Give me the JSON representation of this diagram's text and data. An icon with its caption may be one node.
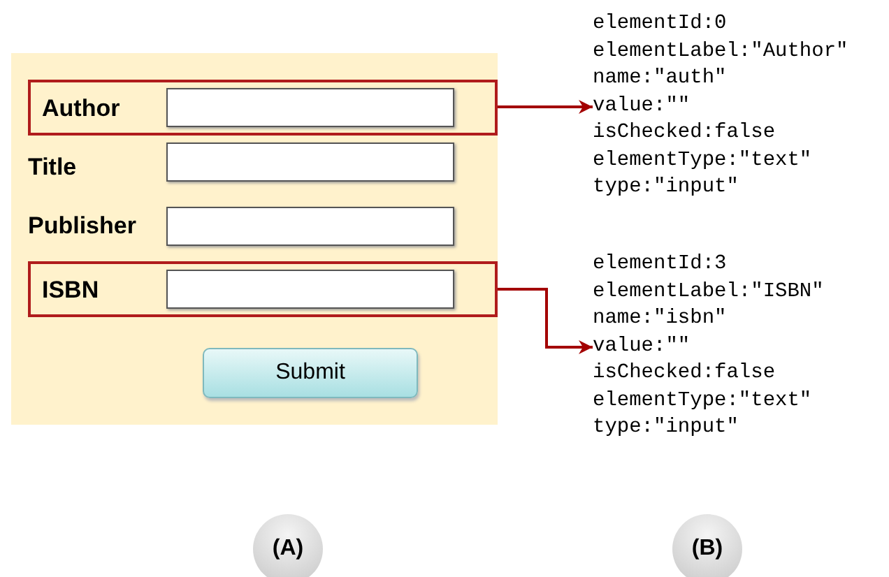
{
  "diagram": {
    "nodes": [
      {
        "text": [],
        "shape": "box"
      },
      {
        "text": [
          "Author"
        ],
        "in": 0
      },
      {
        "text": [
          "ISBN"
        ],
        "in": 0
      },
      {
        "text": [
          "Submit"
        ],
        "in": 0
      },
      {
        "text": [
          "elementId:0",
          "elementLabel:\"Author\"",
          "name:\"auth\"",
          "value:\"\"",
          "isChecked:false",
          "elementType:\"text\"",
          "type:\"input\""
        ]
      },
      {
        "text": [
          "elementId:3",
          "elementLabel:\"ISBN\"",
          "name:\"isbn\"",
          "value:\"\"",
          "isChecked:false",
          "elementType:\"text\"",
          "type:\"input\""
        ]
      },
      {
        "text": [
          "(A)"
        ]
      },
      {
        "text": [
          "(B)"
        ]
      }
    ],
    "edges": [
      {
        "from": 1,
        "to": 4,
        "arrow": "to"
      },
      {
        "from": 2,
        "to": 5,
        "arrow": "to"
      }
    ],
    "labels": [
      "Title",
      "Publisher"
    ]
  }
}
